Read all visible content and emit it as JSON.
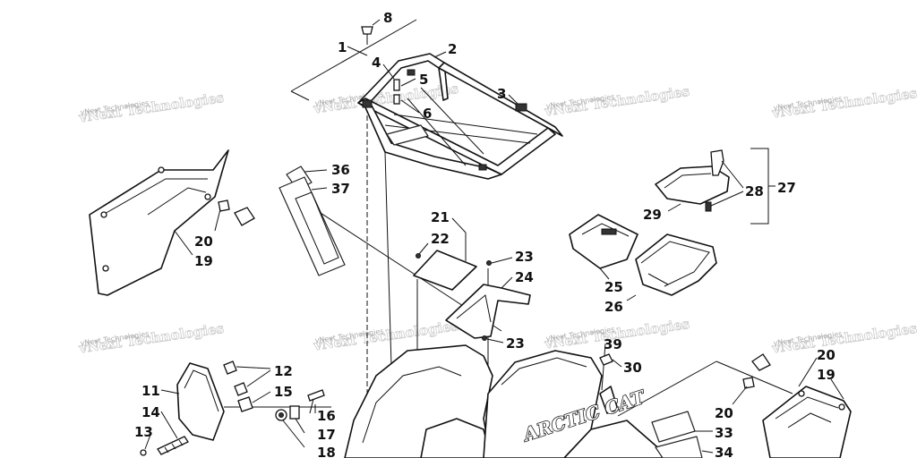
{
  "diagram": {
    "watermark_text": "vNext Technologies",
    "brand_text": "ARCTIC CAT",
    "callouts": [
      "1",
      "2",
      "3",
      "4",
      "5",
      "6",
      "8",
      "11",
      "12",
      "13",
      "14",
      "15",
      "16",
      "17",
      "18",
      "19",
      "19",
      "20",
      "20",
      "20",
      "21",
      "22",
      "23",
      "23",
      "24",
      "25",
      "26",
      "27",
      "28",
      "29",
      "30",
      "33",
      "34",
      "36",
      "37",
      "39"
    ],
    "colors": {
      "ink": "#111111",
      "paper": "#ffffff",
      "watermark": "#a9a9a9"
    }
  }
}
